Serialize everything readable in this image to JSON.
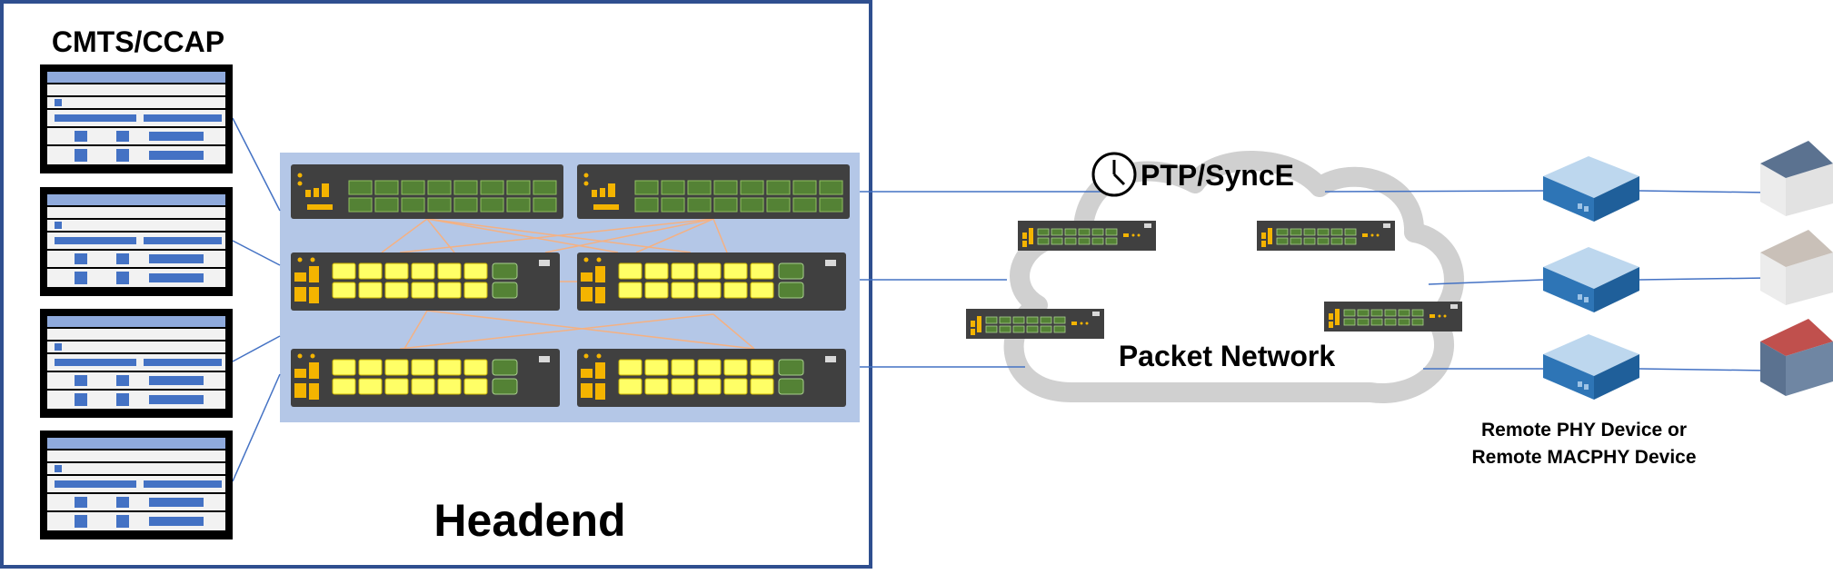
{
  "headend": {
    "title": "Headend",
    "cmts_label": "CMTS/CCAP",
    "cmts_count": 4
  },
  "network": {
    "timing_label": "PTP/SyncE",
    "cloud_label": "Packet Network"
  },
  "remote": {
    "label_line1": "Remote PHY Device or",
    "label_line2": "Remote MACPHY Device"
  },
  "icons": {
    "timing": "clock-icon",
    "cmts": "cmts-chassis-icon",
    "switch": "switch-icon",
    "router": "router-icon",
    "remote": "remote-phy-device-icon",
    "home": "house-icon"
  },
  "colors": {
    "frame_border": "#2f4f8f",
    "fabric_bg": "#b4c7e7",
    "cmts_accent": "#4472c4",
    "device_body": "#404040",
    "port_green": "#548235",
    "port_yellow": "#ffff66",
    "indicator_orange": "#f4b400",
    "link_blue": "#4472c4",
    "mesh_link": "#f4b183",
    "cloud_gray": "#d0d0d0",
    "rpd_blue": "#2e75b6",
    "house_roof_1": "#5b7290",
    "house_roof_2": "#c9c0b8",
    "house_roof_3": "#c0504d"
  }
}
